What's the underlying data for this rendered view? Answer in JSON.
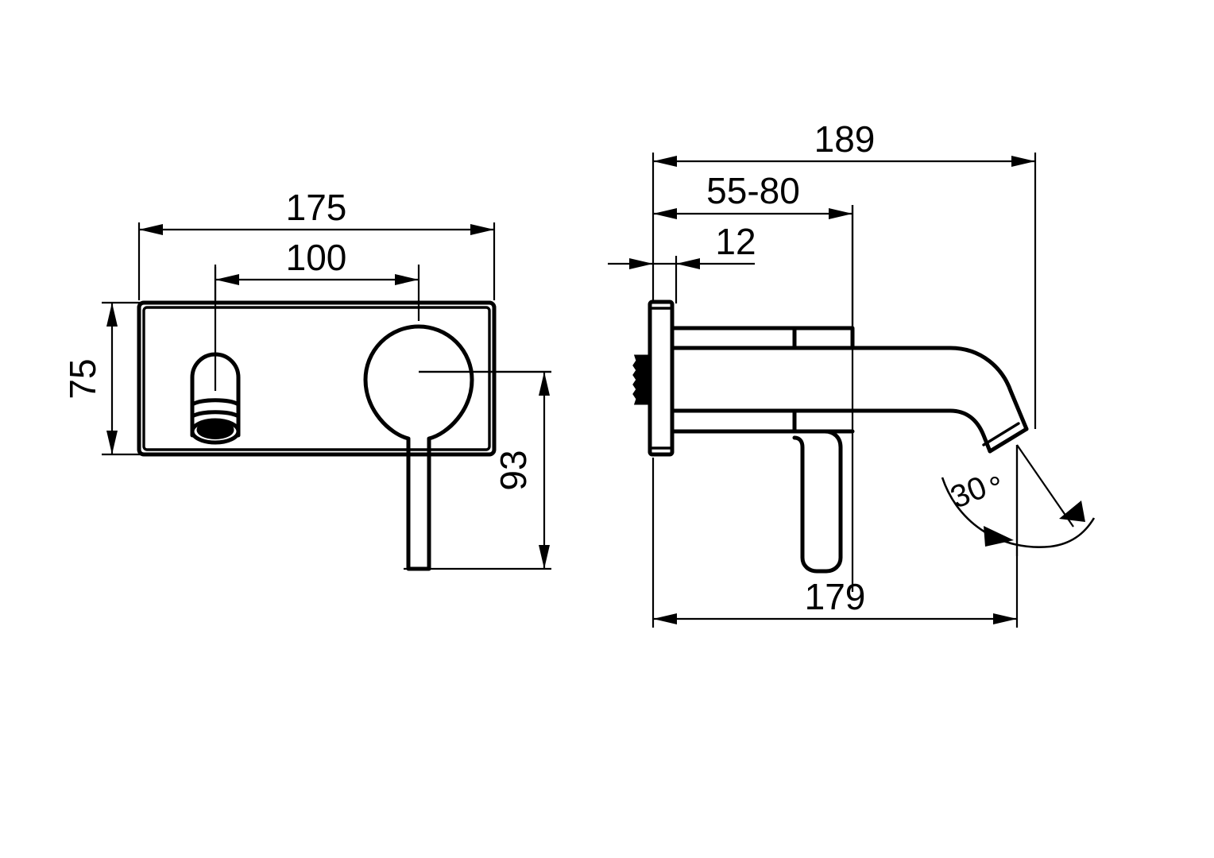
{
  "drawing": {
    "title": "Wall-mounted basin mixer technical dimension drawing",
    "units": "mm",
    "line_color": "#000000",
    "background_color": "#ffffff",
    "views": [
      {
        "name": "front-view",
        "label": "Front elevation",
        "description": "Rectangular wall plate with outlet spout at left and round lever handle at right"
      },
      {
        "name": "side-view",
        "label": "Side elevation",
        "description": "Wall plate in section with projecting spout and downward lever"
      }
    ],
    "dimensions": {
      "front_width": "175",
      "front_center_distance": "100",
      "front_height": "75",
      "front_lever_drop": "93",
      "side_total_projection": "189",
      "side_mounting_depth_range": "55-80",
      "side_plate_thickness": "12",
      "side_spout_projection": "179",
      "spout_outlet_angle": "30",
      "degree_symbol": "°"
    }
  }
}
